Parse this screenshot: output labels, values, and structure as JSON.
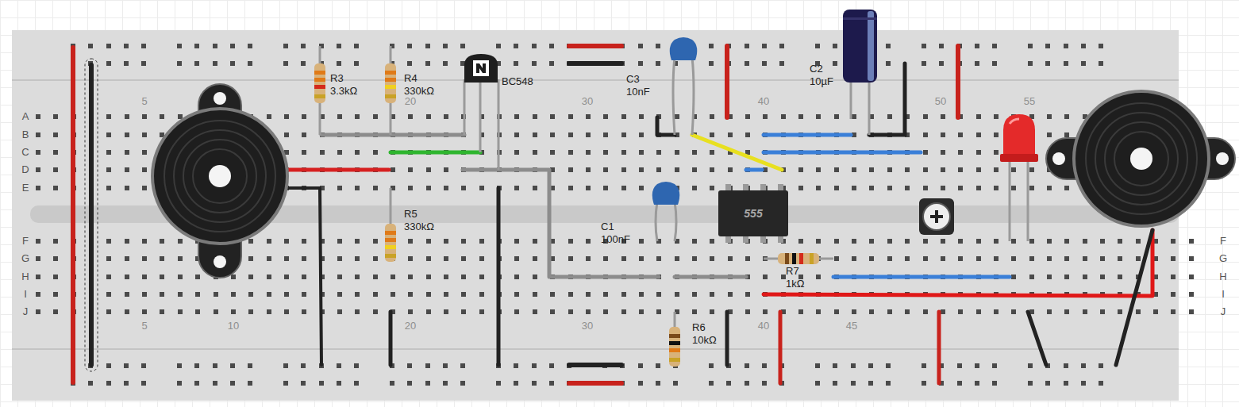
{
  "diagram": {
    "nodes": [
      {
        "text": [
          "555"
        ]
      }
    ],
    "labels": [
      "R3",
      "3.3kΩ",
      "R4",
      "330kΩ",
      "BC548",
      "C3",
      "10nF",
      "C2",
      "10µF",
      "5",
      "20",
      "30",
      "40",
      "50",
      "55",
      "A",
      "B",
      "C",
      "D",
      "E",
      "F",
      "G",
      "H",
      "I",
      "J",
      "C1",
      "100nF",
      "R5",
      "330kΩ",
      "R7",
      "1kΩ",
      "R6",
      "10kΩ",
      "5",
      "10",
      "20",
      "30",
      "40",
      "45",
      "F",
      "G",
      "H",
      "I",
      "J"
    ]
  }
}
